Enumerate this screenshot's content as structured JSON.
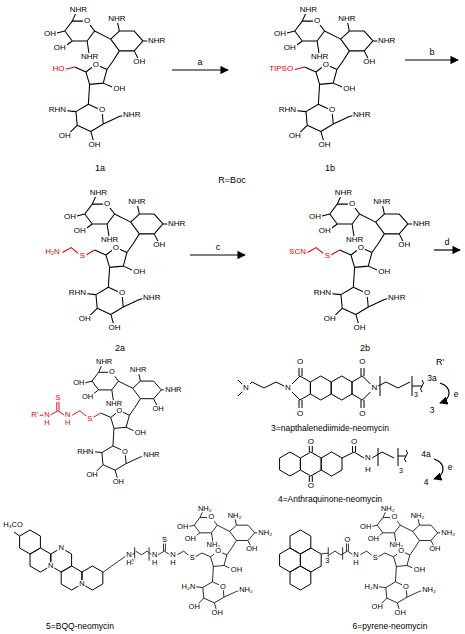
{
  "diagram": {
    "labels": [
      "NHR",
      "O",
      "OH",
      "OH",
      "NHR",
      "NHR",
      "NHR",
      "OH",
      "O",
      "OH",
      "O",
      "NHR",
      "OH",
      "OH",
      "RHN",
      "HO",
      "NHR",
      "O",
      "OH",
      "OH",
      "NHR",
      "NHR",
      "NHR",
      "OH",
      "O",
      "OH",
      "O",
      "NHR",
      "OH",
      "OH",
      "RHN",
      "TIPSO",
      "NHR",
      "O",
      "OH",
      "OH",
      "NHR",
      "NHR",
      "NHR",
      "OH",
      "O",
      "OH",
      "O",
      "NHR",
      "OH",
      "OH",
      "RHN",
      "S",
      "H₂N",
      "NHR",
      "O",
      "OH",
      "OH",
      "NHR",
      "NHR",
      "NHR",
      "OH",
      "O",
      "OH",
      "O",
      "NHR",
      "OH",
      "OH",
      "RHN",
      "S",
      "SCN",
      "NHR",
      "O",
      "OH",
      "OH",
      "NHR",
      "NHR",
      "NHR",
      "OH",
      "O",
      "OH",
      "O",
      "NHR",
      "OH",
      "OH",
      "RHN",
      "S",
      "N",
      "H",
      "S",
      "N",
      "H",
      "R'",
      "NH₂",
      "O",
      "OH",
      "OH",
      "NH₂",
      "NH₂",
      "NH₂",
      "OH",
      "O",
      "OH",
      "O",
      "NH₂",
      "OH",
      "OH",
      "H₂N",
      "S",
      "N",
      "H",
      "S",
      "N",
      "H",
      "2",
      "N",
      "H",
      "NH₂",
      "O",
      "OH",
      "OH",
      "NH₂",
      "NH₂",
      "NH₂",
      "OH",
      "O",
      "OH",
      "O",
      "NH₂",
      "OH",
      "OH",
      "H₂N",
      "S",
      "N",
      "H",
      "O",
      "3",
      "a",
      "b",
      "c",
      "d",
      "1a",
      "1b",
      "R=Boc",
      "2a",
      "2b",
      "R'",
      "N",
      "N",
      "N",
      "O",
      "O",
      "O",
      "O",
      "3",
      "3a",
      "e",
      "3",
      "3=napthalenediimide-neomycin",
      "O",
      "O",
      "O",
      "N",
      "H",
      "3",
      "4a",
      "e",
      "4",
      "4=Anthraquinone-neomycin",
      "H₃CO",
      "N",
      "N",
      "N",
      "5=BQQ-neomycin",
      "6=pyrene-neomycin"
    ]
  }
}
